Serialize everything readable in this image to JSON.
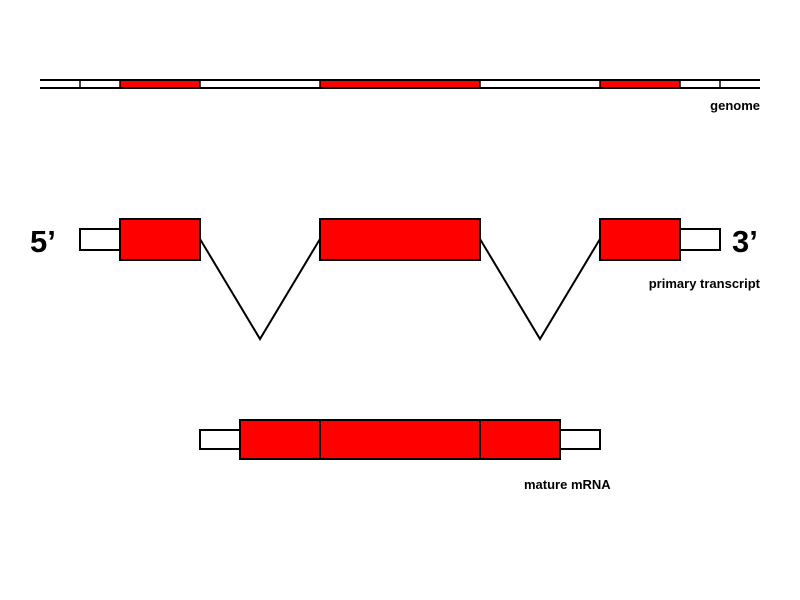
{
  "labels": {
    "genome": "genome",
    "primary_transcript": "primary transcript",
    "mature_mrna": "mature mRNA",
    "five_prime": "5’",
    "three_prime": "3’"
  },
  "colors": {
    "exon": "#ff0000",
    "utr": "#ffffff",
    "stroke": "#000000"
  }
}
